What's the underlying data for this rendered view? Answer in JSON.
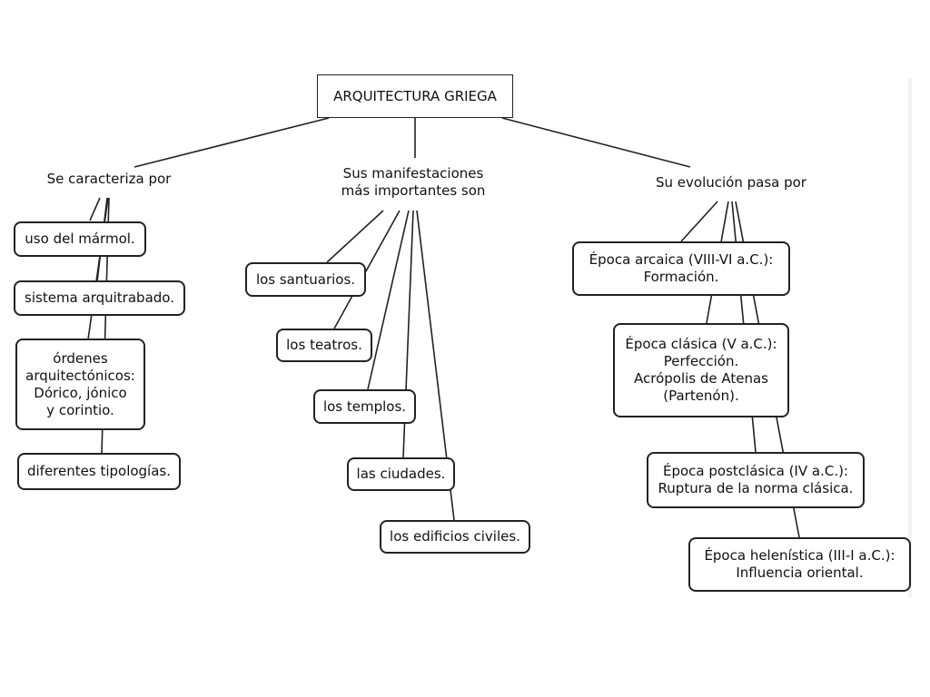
{
  "root": "ARQUITECTURA GRIEGA",
  "branches": {
    "caracteristicas": {
      "label": "Se caracteriza por",
      "items": [
        "uso del mármol.",
        "sistema arquitrabado.",
        "órdenes\narquitectónicos:\nDórico, jónico\ny corintio.",
        "diferentes tipologías."
      ]
    },
    "manifestaciones": {
      "label": "Sus manifestaciones\nmás importantes son",
      "items": [
        "los santuarios.",
        "los teatros.",
        "los templos.",
        "las ciudades.",
        "los edificios civiles."
      ]
    },
    "evolucion": {
      "label": "Su evolución pasa por",
      "items": [
        "Época arcaica (VIII-VI a.C.):\nFormación.",
        "Época clásica (V a.C.):\nPerfección.\nAcrópolis de Atenas\n(Partenón).",
        "Época postclásica (IV a.C.):\nRuptura de la norma clásica.",
        "Época helenística (III-I a.C.):\nInfluencia oriental."
      ]
    }
  }
}
